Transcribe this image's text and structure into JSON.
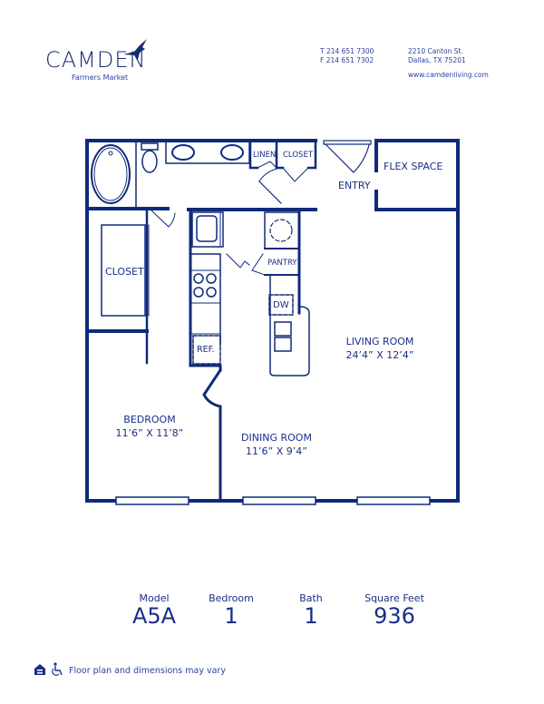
{
  "brand": {
    "name": "CAMDEN",
    "community": "Farmers Market"
  },
  "contact": {
    "phone": "T 214 651 7300",
    "fax": "F 214 651 7302",
    "address_line1": "2210 Canton St.",
    "address_line2": "Dallas, TX 75201",
    "website": "www.camdenliving.com"
  },
  "plan": {
    "rooms": [
      {
        "name": "LINEN"
      },
      {
        "name": "CLOSET"
      },
      {
        "name": "ENTRY"
      },
      {
        "name": "FLEX SPACE"
      },
      {
        "name": "CLOSET"
      },
      {
        "name": "PANTRY"
      },
      {
        "name": "DW"
      },
      {
        "name": "REF."
      },
      {
        "name": "LIVING ROOM",
        "dims": "24’4” X 12’4”"
      },
      {
        "name": "BEDROOM",
        "dims": "11’6” X 11’8”"
      },
      {
        "name": "DINING ROOM",
        "dims": "11’6” X 9’4”"
      }
    ],
    "wall_color": "#0f2a7a"
  },
  "specs": {
    "model_label": "Model",
    "model_value": "A5A",
    "bedroom_label": "Bedroom",
    "bedroom_value": "1",
    "bath_label": "Bath",
    "bath_value": "1",
    "sqft_label": "Square Feet",
    "sqft_value": "936"
  },
  "footer": {
    "icons": [
      "equal-housing-icon",
      "wheelchair-accessible-icon"
    ],
    "disclaimer": "Floor plan and dimensions may vary"
  }
}
